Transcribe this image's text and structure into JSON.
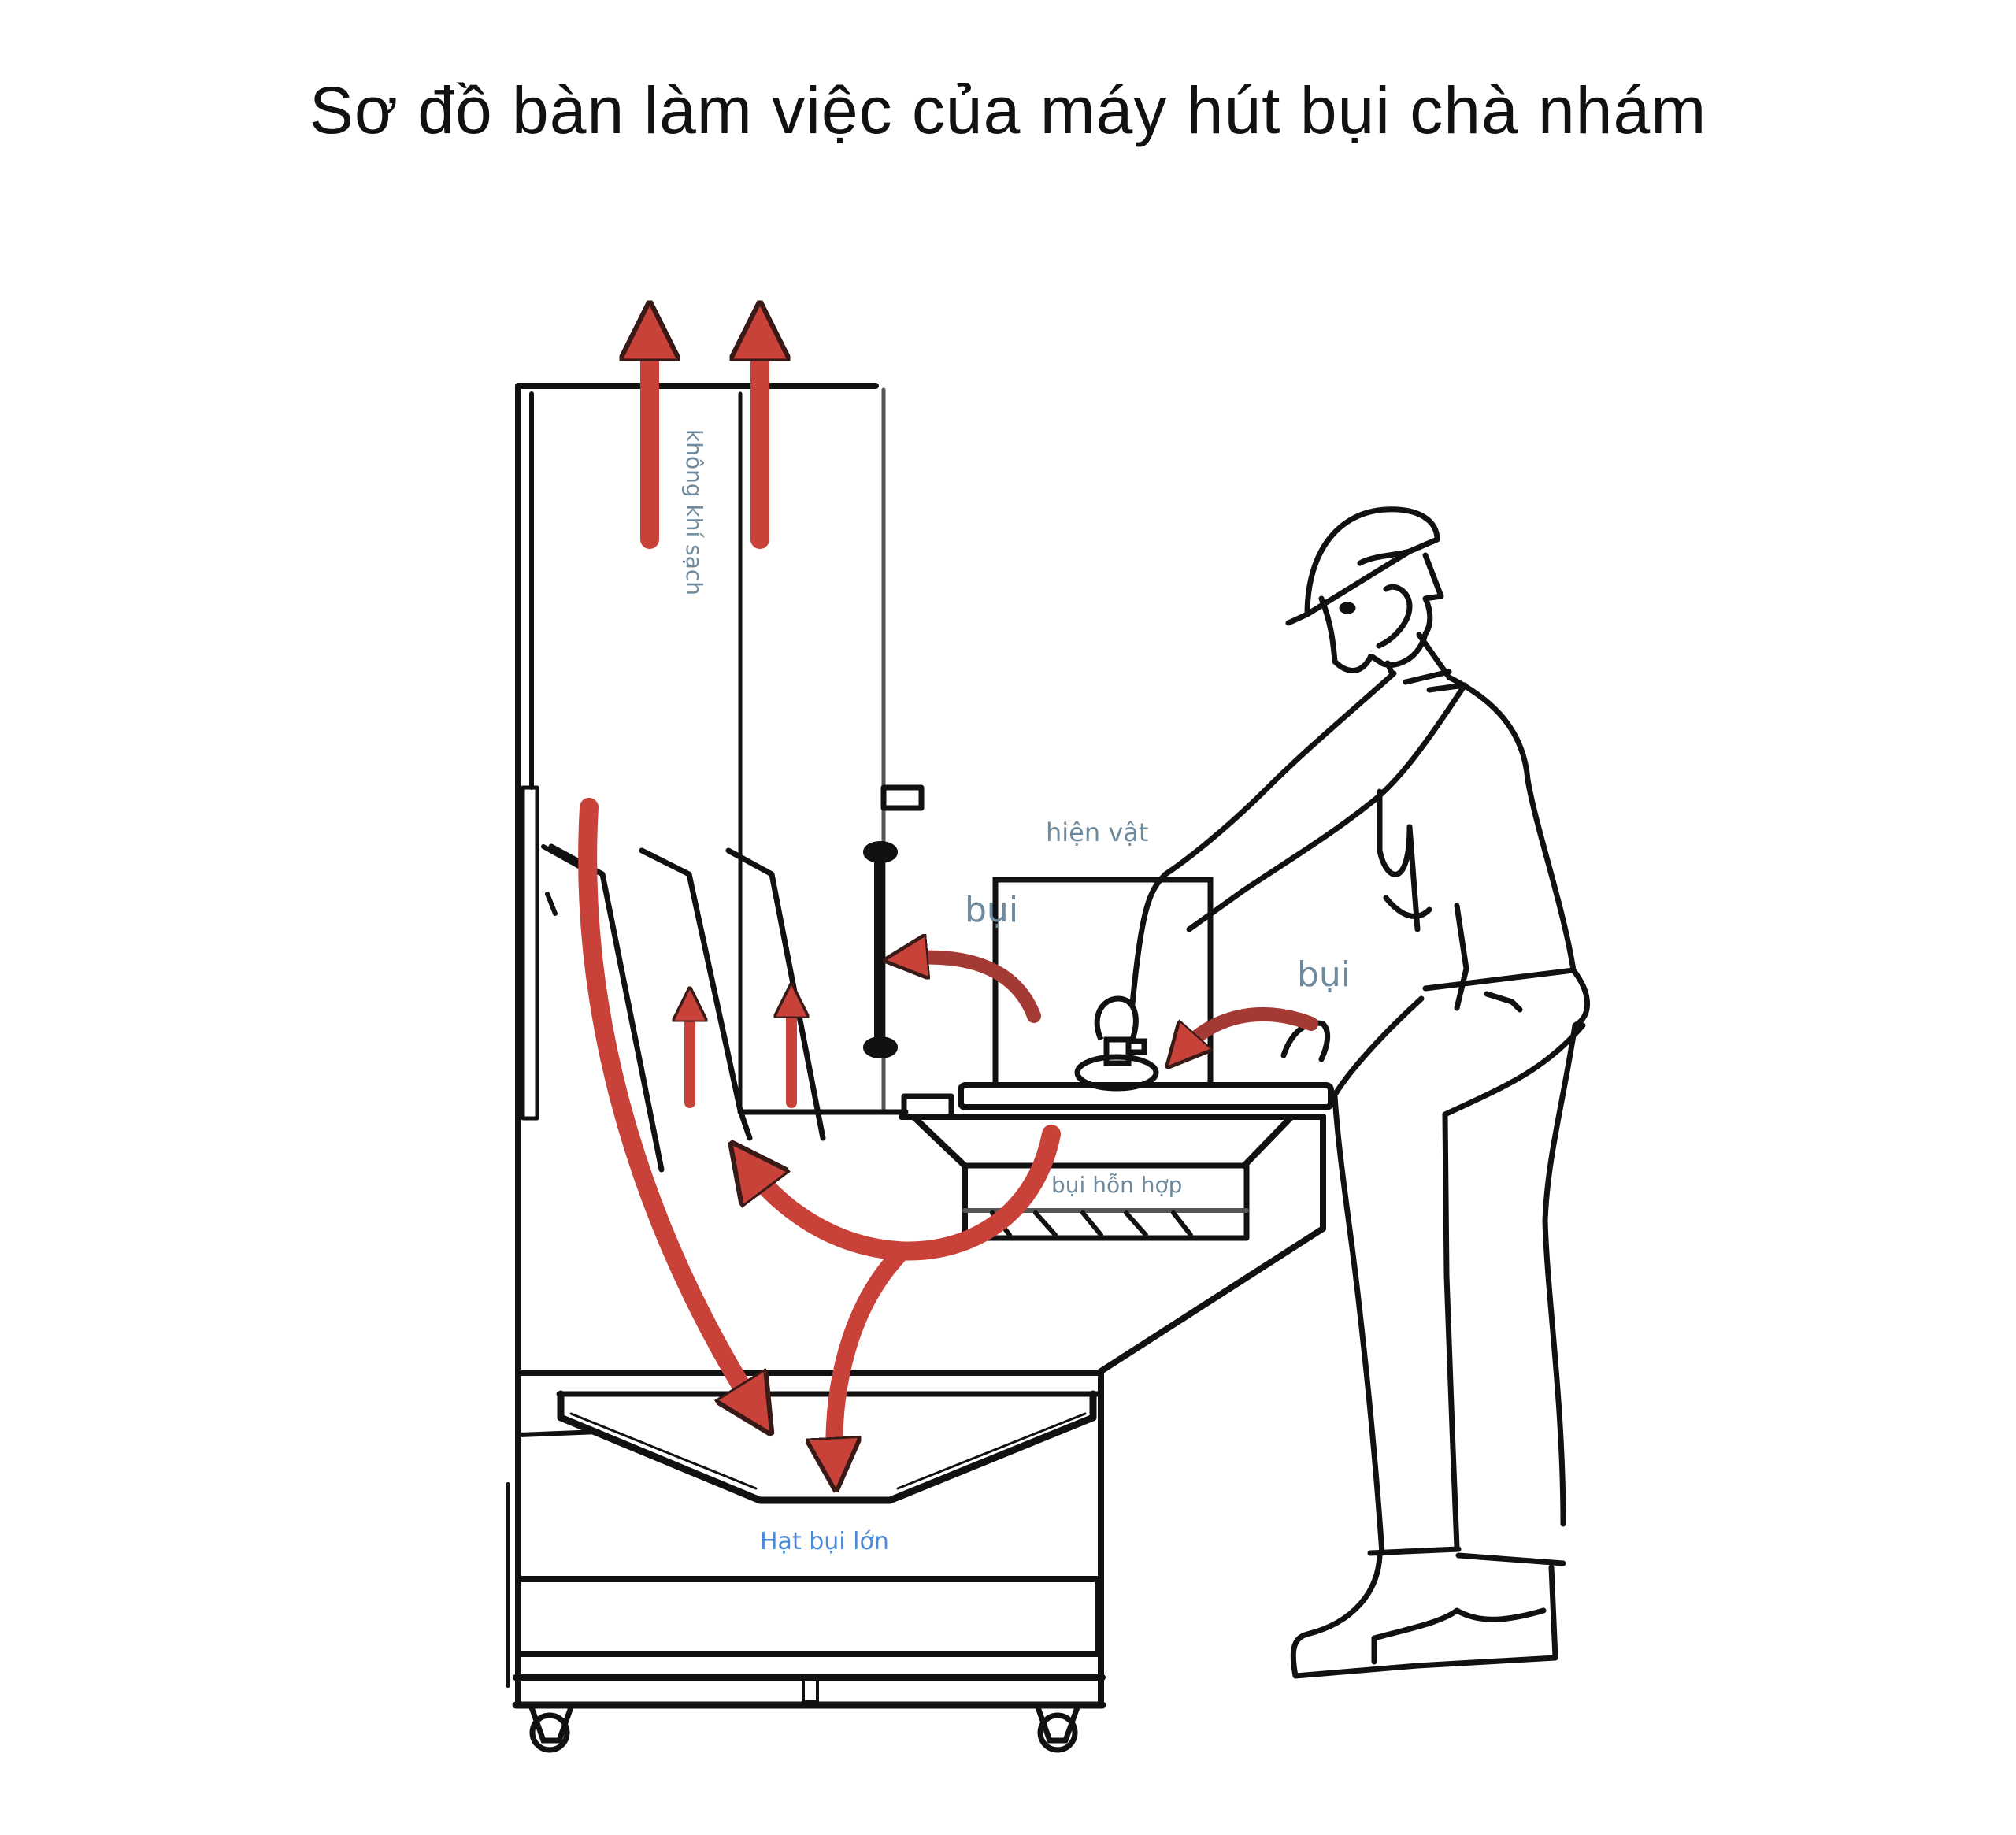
{
  "title": "Sơ đồ bàn làm việc của máy hút bụi chà nhám",
  "labels": {
    "clean_air": "không khí sạch",
    "workpiece": "hiện vật",
    "dust_left": "bụi",
    "dust_right": "bụi",
    "mixed_dust": "bụi hỗn hợp",
    "large_particles": "Hạt bụi lớn"
  },
  "colors": {
    "airflow_arrow": "#c8423a",
    "outline": "#111111",
    "label_gray": "#6e8a9c",
    "label_blue": "#4a8ad8"
  }
}
